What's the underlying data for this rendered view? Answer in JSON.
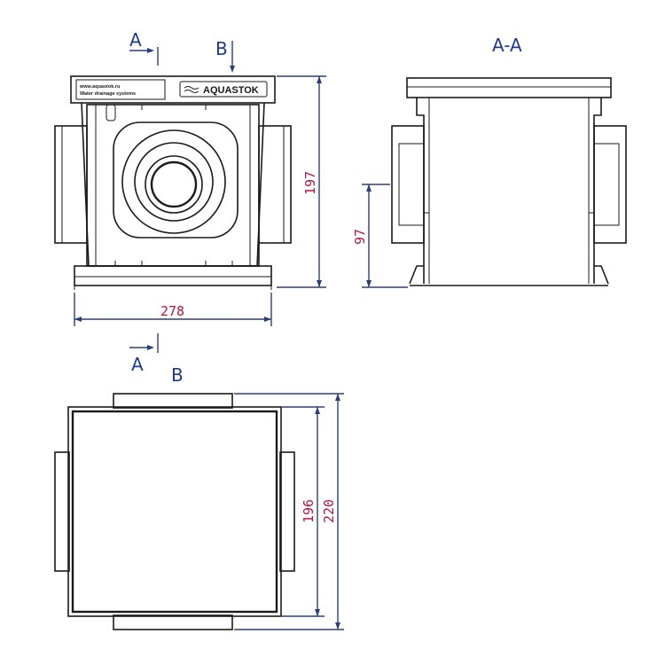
{
  "views": {
    "section_label": "A-A",
    "top_view_label": "B"
  },
  "markers": {
    "section_a": "A",
    "section_b": "B"
  },
  "dimensions": {
    "front_width": "278",
    "front_height": "197",
    "section_height": "97",
    "top_inner": "196",
    "top_outer": "220"
  },
  "branding": {
    "brand_name": "AQUASTOK",
    "website": "www.aquastok.ru",
    "tagline": "Water drainage systems"
  },
  "colors": {
    "dimension_text": "#b3163f",
    "label_text": "#1f3a8a",
    "outline": "#1a1a1a"
  }
}
